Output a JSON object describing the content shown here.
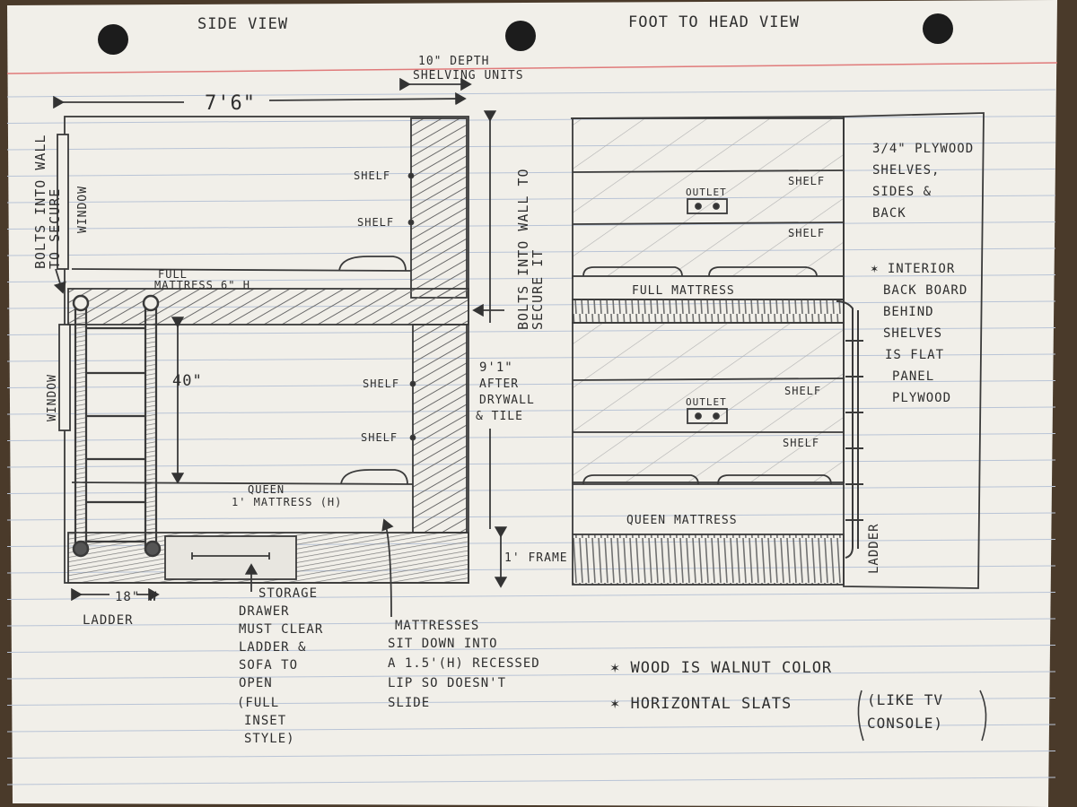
{
  "side_view": {
    "title": "SIDE VIEW",
    "width_dim": "7'6\"",
    "depth_dim_line1": "10\" DEPTH",
    "depth_dim_line2": "SHELVING UNITS",
    "bolts_left_line1": "BOLTS INTO WALL",
    "bolts_left_line2": "TO SECURE",
    "window_top": "WINDOW",
    "window_bottom": "WINDOW",
    "bolts_right_line1": "BOLTS INTO WALL TO",
    "bolts_right_line2": "SECURE IT",
    "full_mattress_line1": "FULL",
    "full_mattress_line2": "MATTRESS  6\" H",
    "shelf_labels": [
      "SHELF",
      "SHELF",
      "SHELF",
      "SHELF"
    ],
    "clearance_dim": "40\"",
    "queen_line1": "QUEEN",
    "queen_line2": "1' MATTRESS (H)",
    "height_line1": "9'1\"",
    "height_line2": "AFTER",
    "height_line3": "DRYWALL",
    "height_line4": "& TILE",
    "frame_dim": "1' FRAME",
    "ladder_dim": "18\" W",
    "ladder_label": "LADDER",
    "storage_note": [
      "STORAGE",
      "DRAWER",
      "MUST CLEAR",
      "LADDER &",
      "SOFA TO",
      "OPEN",
      "(FULL",
      "INSET",
      "STYLE)"
    ],
    "mattress_note": [
      "MATTRESSES",
      "SIT DOWN INTO",
      "A 1.5'(H) RECESSED",
      "LIP SO DOESN'T",
      "SLIDE"
    ]
  },
  "foot_view": {
    "title": "FOOT TO HEAD VIEW",
    "outlet_labels": [
      "OUTLET",
      "OUTLET"
    ],
    "shelf_labels": [
      "SHELF",
      "SHELF",
      "SHELF",
      "SHELF"
    ],
    "full_mattress": "FULL MATTRESS",
    "queen_mattress": "QUEEN MATTRESS",
    "ladder_label": "LADDER",
    "plywood_note": [
      "3/4\" PLYWOOD",
      "SHELVES,",
      "SIDES &",
      "BACK"
    ],
    "interior_note": [
      "✶ INTERIOR",
      "BACK BOARD",
      "BEHIND",
      "SHELVES",
      "IS FLAT",
      "PANEL",
      "PLYWOOD"
    ]
  },
  "notes": {
    "wood_color": "✶ WOOD IS WALNUT COLOR",
    "slats_line1": "✶ HORIZONTAL SLATS",
    "slats_line2": "(LIKE TV",
    "slats_line3": "CONSOLE)"
  },
  "colors": {
    "paper": "#f1efe9",
    "rule_line": "#b9c4d6",
    "margin_line": "#e07a7a",
    "pencil": "#3a3a3a",
    "table_wood": "#4a3a2a"
  }
}
